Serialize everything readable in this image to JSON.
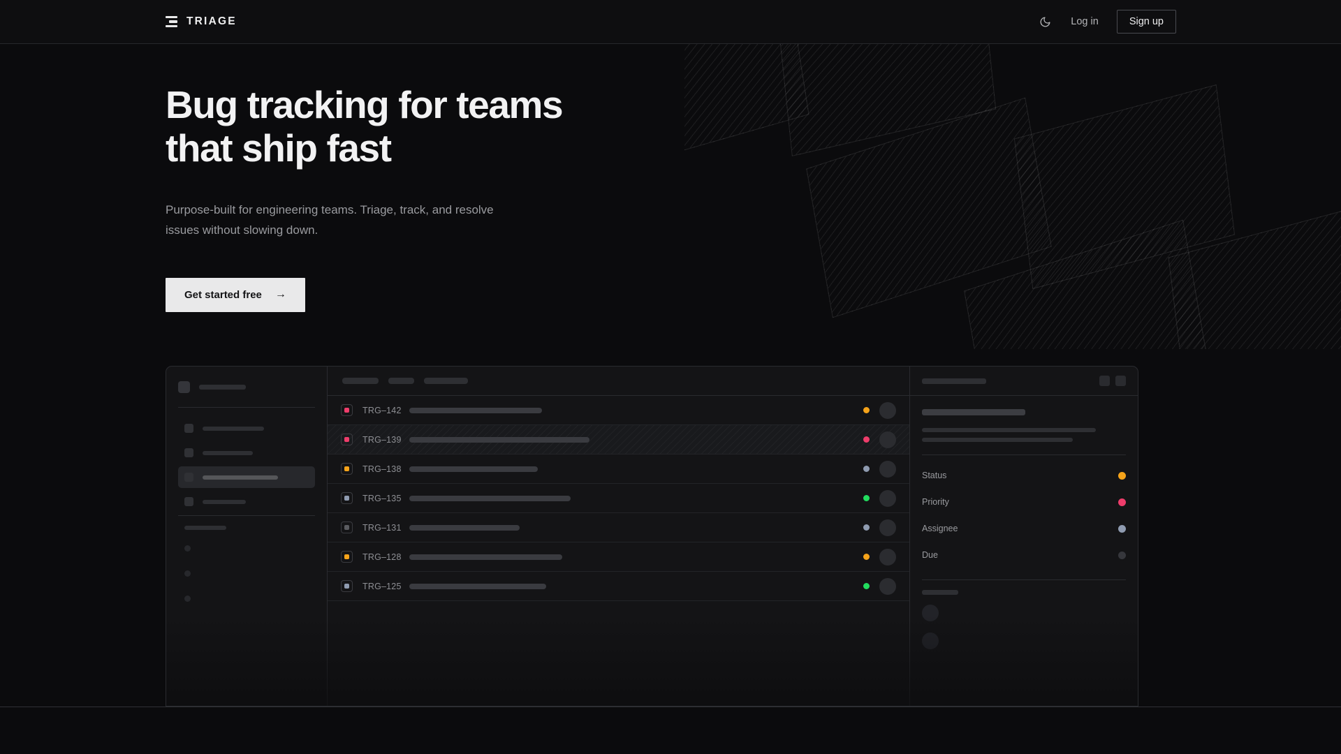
{
  "brand": {
    "name": "TRIAGE",
    "logo_icon": "stacked-bars-icon"
  },
  "nav": {
    "theme_toggle_icon": "moon-icon",
    "login_label": "Log in",
    "signup_label": "Sign up"
  },
  "hero": {
    "headline_line1": "Bug tracking for teams",
    "headline_line2": "that ship fast",
    "subhead": "Purpose-built for engineering teams. Triage, track, and resolve issues without slowing down.",
    "cta_label": "Get started free",
    "cta_arrow": "→"
  },
  "colors": {
    "background": "#0b0b0d",
    "surface": "#141416",
    "border": "#2a2b2f",
    "text_primary": "#f2f2f3",
    "text_muted": "#9a9b9f",
    "accent_pink": "#ee3d6b",
    "accent_orange": "#f5a31a",
    "accent_green": "#22dd5e",
    "accent_slate": "#8f9bb0",
    "accent_gray": "#5a5b60",
    "cta_bg": "#e9e9ea"
  },
  "mockup": {
    "sidebar": {
      "items": [
        {
          "name": "nav-item-1",
          "active": false,
          "width": 88
        },
        {
          "name": "nav-item-2",
          "active": false,
          "width": 72
        },
        {
          "name": "nav-item-3",
          "active": true,
          "width": 108
        },
        {
          "name": "nav-item-4",
          "active": false,
          "width": 62
        }
      ],
      "sub_items": [
        "sub-item-1",
        "sub-item-2",
        "sub-item-3"
      ]
    },
    "toolbar": {
      "pills": [
        52,
        37,
        63
      ]
    },
    "list": {
      "rows": [
        {
          "id": "TRG–142",
          "priority": "#ee3d6b",
          "status": "#f5a31a",
          "title_width": 190,
          "hatched": false
        },
        {
          "id": "TRG–139",
          "priority": "#ee3d6b",
          "status": "#ee3d6b",
          "title_width": 258,
          "hatched": true
        },
        {
          "id": "TRG–138",
          "priority": "#f5a31a",
          "status": "#8f9bb0",
          "title_width": 184,
          "hatched": false
        },
        {
          "id": "TRG–135",
          "priority": "#8f9bb0",
          "status": "#22dd5e",
          "title_width": 231,
          "hatched": false
        },
        {
          "id": "TRG–131",
          "priority": "#5a5b60",
          "status": "#8f9bb0",
          "title_width": 158,
          "hatched": false
        },
        {
          "id": "TRG–128",
          "priority": "#f5a31a",
          "status": "#f5a31a",
          "title_width": 219,
          "hatched": false
        },
        {
          "id": "TRG–125",
          "priority": "#8f9bb0",
          "status": "#22dd5e",
          "title_width": 196,
          "hatched": false
        }
      ]
    },
    "detail": {
      "header_buttons": [
        "detail-action-1",
        "detail-action-2"
      ],
      "body_lines": [
        249,
        216
      ],
      "meta": [
        {
          "key": "Status",
          "color": "#f5a31a"
        },
        {
          "key": "Priority",
          "color": "#ee3d6b"
        },
        {
          "key": "Assignee",
          "color": "#8f9bb0"
        },
        {
          "key": "Due",
          "color": "#36373c"
        }
      ]
    }
  }
}
